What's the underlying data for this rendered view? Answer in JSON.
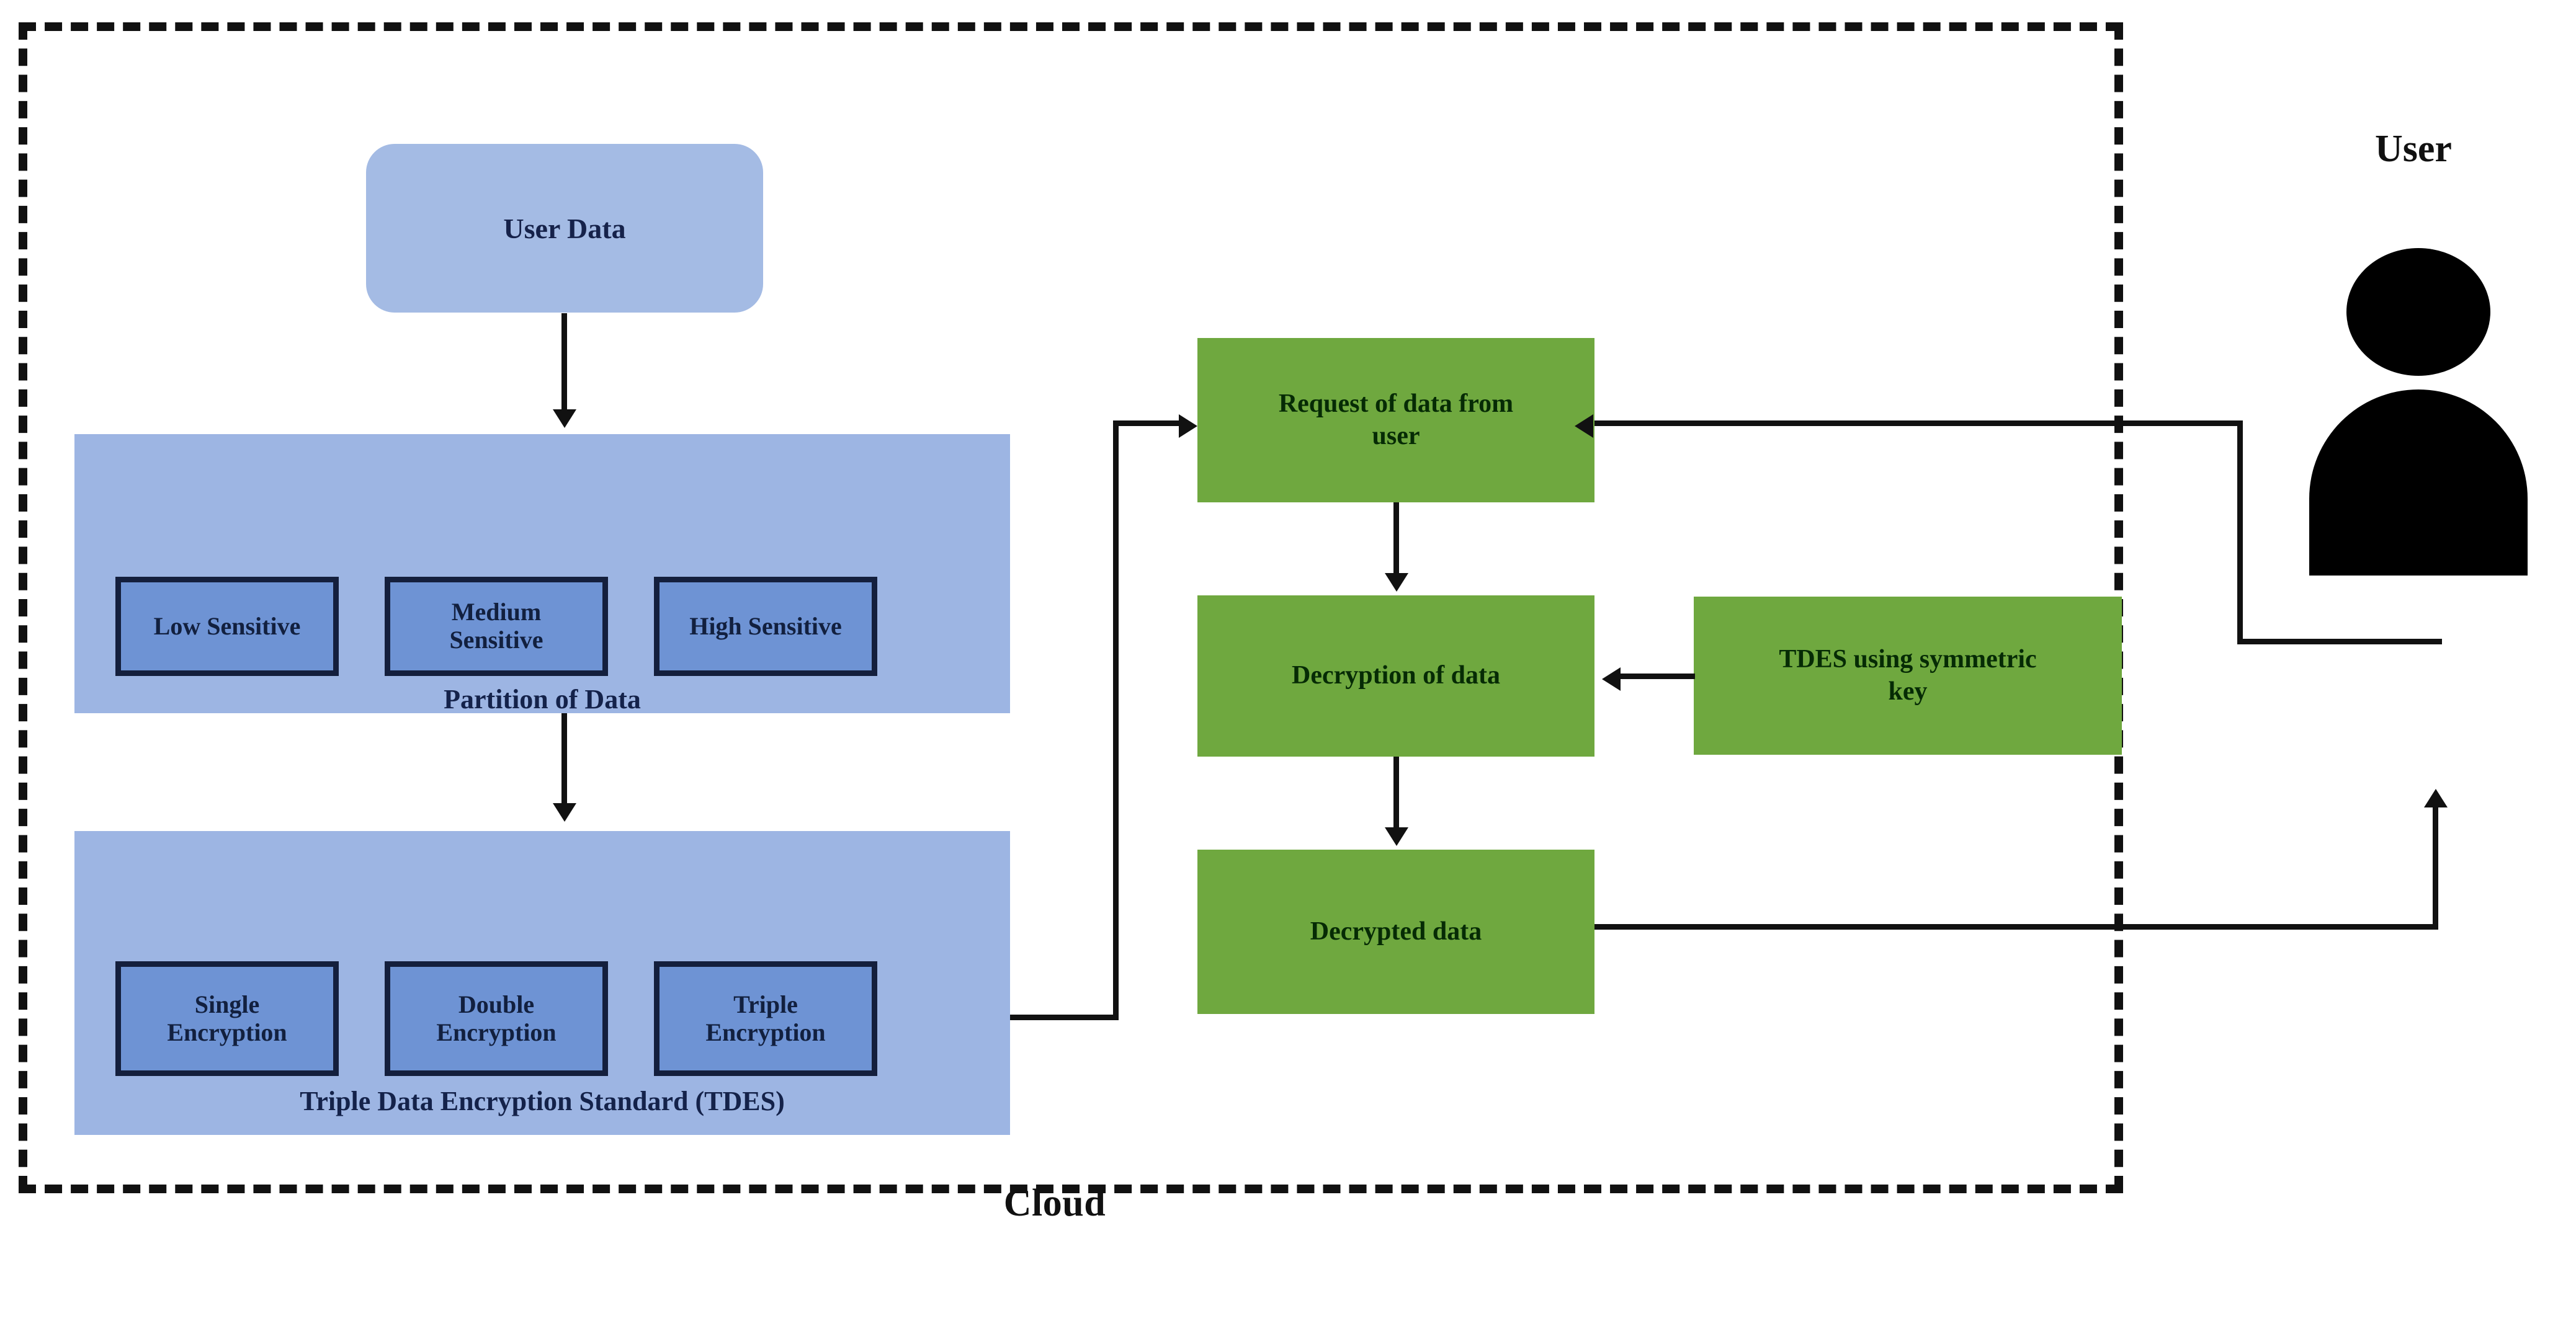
{
  "diagram": {
    "title": "Cloud data partition, TDES encryption and decryption flow",
    "cloud_label": "Cloud",
    "colors": {
      "cloud_border": "#111111",
      "panel_blue": "#9db5e3",
      "chip_blue": "#6e93d4",
      "chip_border": "#141f3d",
      "node_green": "#6fa83f",
      "text_navy": "#16224a",
      "text_dark_green": "#062b05",
      "actor_black": "#000000"
    }
  },
  "source": {
    "user_data_label": "User Data"
  },
  "partition": {
    "caption": "Partition of Data",
    "items": [
      {
        "label": "Low Sensitive"
      },
      {
        "label_line1": "Medium",
        "label_line2": "Sensitive"
      },
      {
        "label": "High Sensitive"
      }
    ]
  },
  "tdes": {
    "caption": "Triple Data Encryption Standard (TDES)",
    "items": [
      {
        "label_line1": "Single",
        "label_line2": "Encryption"
      },
      {
        "label_line1": "Double",
        "label_line2": "Encryption"
      },
      {
        "label_line1": "Triple",
        "label_line2": "Encryption"
      }
    ]
  },
  "pipeline": {
    "request": {
      "line1": "Request of data from",
      "line2": "user"
    },
    "decryption": {
      "label": "Decryption of data"
    },
    "decrypted": {
      "label": "Decrypted data"
    },
    "key": {
      "line1": "TDES using symmetric",
      "line2": "key"
    }
  },
  "actor": {
    "label": "User",
    "head_icon": "user-head-icon",
    "body_icon": "user-body-icon"
  }
}
